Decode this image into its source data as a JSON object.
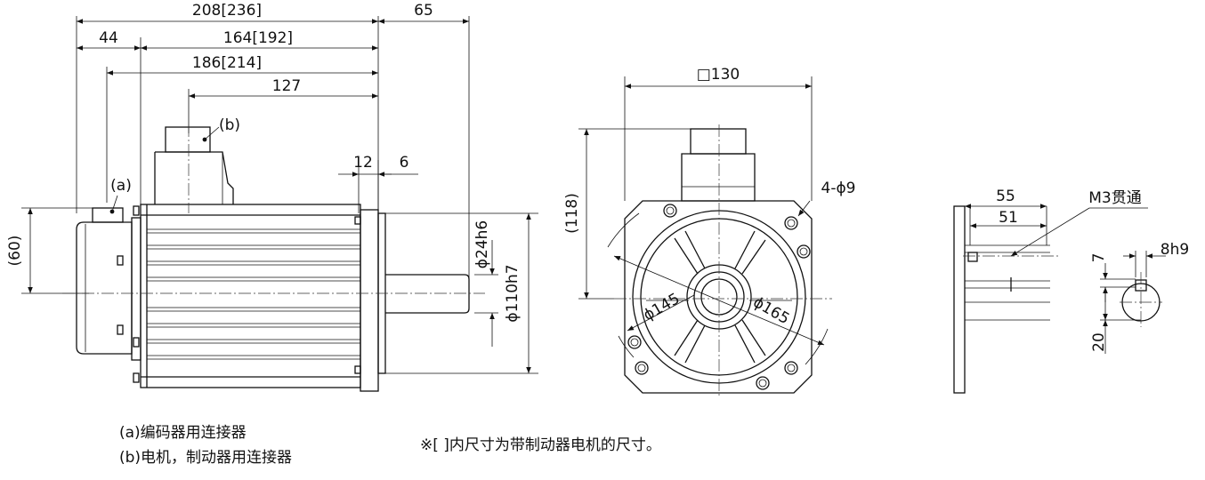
{
  "side_view": {
    "dims": {
      "overall_length": "208[236]",
      "shaft_length": "65",
      "flange_offset": "44",
      "body_length": "164[192]",
      "encoder_to_flange": "186[214]",
      "connector_to_flange": "127",
      "flange_thickness": "12",
      "spigot_depth": "6",
      "encoder_height": "(60)",
      "shaft_diameter": "ϕ24h6",
      "spigot_diameter": "ϕ110h7"
    },
    "callouts": {
      "encoder_connector": "(a)",
      "power_connector": "(b)"
    }
  },
  "front_view": {
    "dims": {
      "square": "□130",
      "connector_height": "(118)",
      "holes": "4-ϕ9",
      "bolt_circle": "ϕ145",
      "outer_circle": "ϕ165"
    }
  },
  "shaft_detail": {
    "dims": {
      "key_length": "55",
      "key_length_inner": "51",
      "thread": "M3贯通",
      "key_width": "8h9",
      "key_depth": "7",
      "key_height": "20"
    }
  },
  "notes": {
    "legend_a": "(a)编码器用连接器",
    "legend_b": "(b)电机，制动器用连接器",
    "remark": "※[ ]内尺寸为带制动器电机的尺寸。"
  }
}
